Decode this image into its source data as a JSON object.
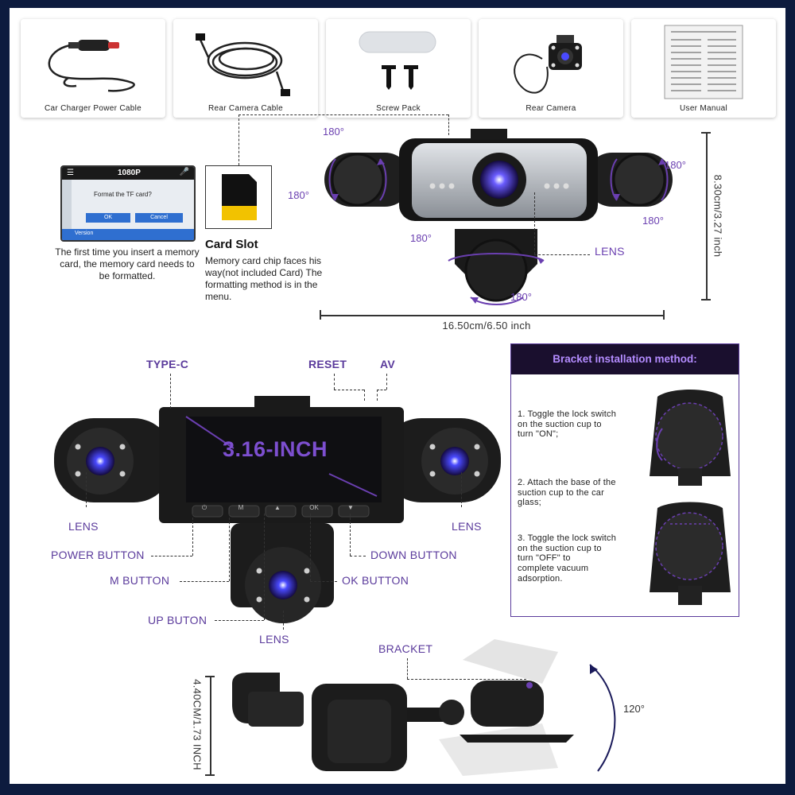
{
  "accessories": [
    {
      "label": "Car Charger Power Cable"
    },
    {
      "label": "Rear Camera Cable"
    },
    {
      "label": "Screw Pack"
    },
    {
      "label": "Rear Camera"
    },
    {
      "label": "User Manual"
    }
  ],
  "screen": {
    "resolution": "1080P",
    "dialog_text": "Format the TF card?",
    "ok_label": "OK",
    "cancel_label": "Cancel",
    "version_label": "Version",
    "caption": "The first time you insert a memory card, the memory card needs to be formatted."
  },
  "card_slot": {
    "title": "Card Slot",
    "description": "Memory card chip faces his way(not included Card) The formatting method is in the menu."
  },
  "top_view": {
    "rotation_labels": [
      "180°",
      "180°",
      "180°",
      "180°",
      "180°",
      "180°"
    ],
    "lens_label": "LENS",
    "height_dim": "8.30cm/3.27 inch",
    "width_dim": "16.50cm/6.50 inch"
  },
  "front_view": {
    "screen_size": "3.16-INCH",
    "type_c": "TYPE-C",
    "reset": "RESET",
    "av": "AV",
    "lens_left": "LENS",
    "lens_right": "LENS",
    "lens_bottom": "LENS",
    "power_button": "POWER BUTTON",
    "m_button": "M BUTTON",
    "up_button": "UP BUTON",
    "down_button": "DOWN BUTTON",
    "ok_button": "OK BUTTON",
    "button_icons": [
      "⏻",
      "M",
      "▲",
      "OK",
      "▼"
    ]
  },
  "bracket_panel": {
    "title": "Bracket installation method:",
    "steps": [
      "1. Toggle the lock switch\non the suction cup to\nturn \"ON\";",
      "2. Attach the base of the\nsuction cup to the car\nglass;",
      "3. Toggle the lock switch\non the suction cup to\nturn \"OFF\" to\ncomplete vacuum\nadsorption."
    ]
  },
  "side_view": {
    "bracket_label": "BRACKET",
    "height_dim": "4.40CM/1.73 INCH",
    "angle_label": "120°"
  },
  "colors": {
    "frame": "#0d1b3e",
    "accent": "#6a3fb0",
    "callout": "#5b3b9c",
    "panel_header": "#1a0f2e",
    "device_body": "#1c1c1c",
    "device_silver": "#b8bcc2",
    "lens_blue": "#3a3aff",
    "screen_ui": "#2f6fd0"
  }
}
